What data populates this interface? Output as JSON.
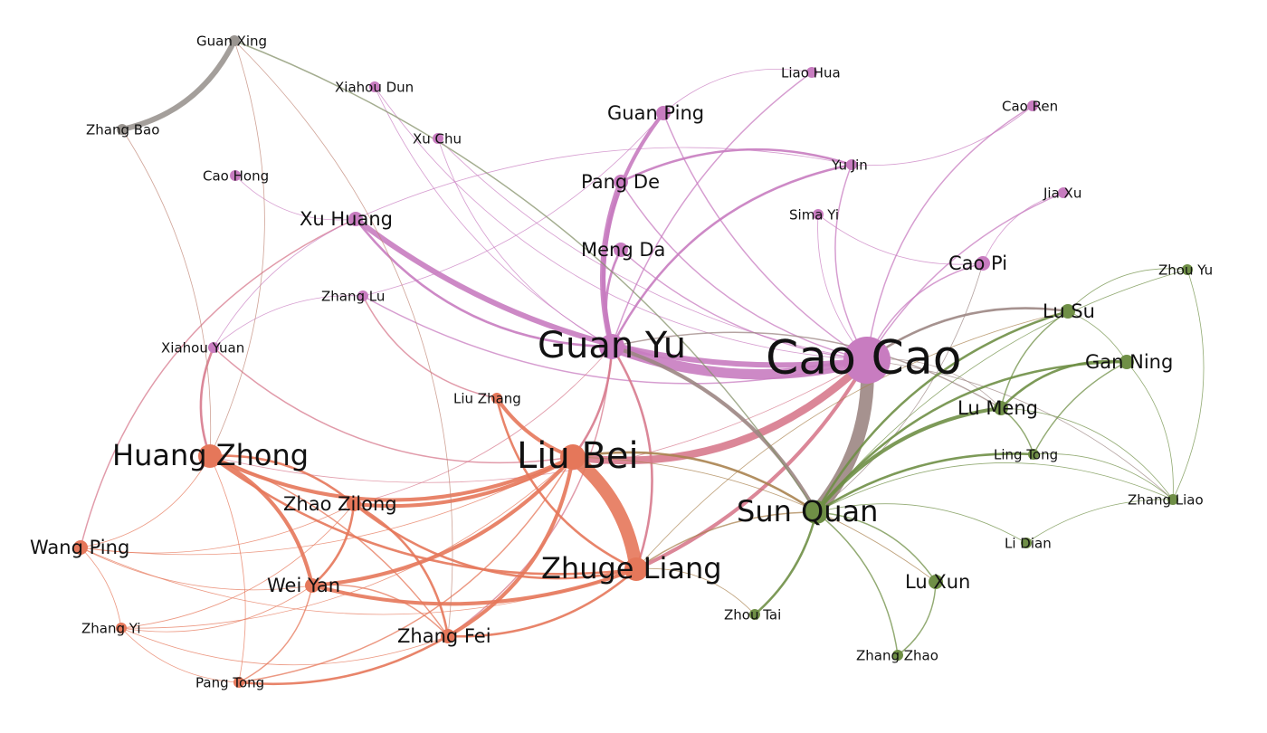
{
  "colors": {
    "wei": "#c87cc0",
    "shu": "#e5775a",
    "wu": "#6f8f46",
    "other": "#9a9590"
  },
  "nodes": [
    {
      "id": "cao_cao",
      "label": "Cao Cao",
      "faction": "wei",
      "size": "xl"
    },
    {
      "id": "guan_yu",
      "label": "Guan Yu",
      "faction": "wei",
      "size": "l"
    },
    {
      "id": "liu_bei",
      "label": "Liu Bei",
      "faction": "shu",
      "size": "l"
    },
    {
      "id": "sun_quan",
      "label": "Sun Quan",
      "faction": "wu",
      "size": "m"
    },
    {
      "id": "zhuge_liang",
      "label": "Zhuge Liang",
      "faction": "shu",
      "size": "m"
    },
    {
      "id": "huang_zhong",
      "label": "Huang Zhong",
      "faction": "shu",
      "size": "m"
    },
    {
      "id": "zhao_zilong",
      "label": "Zhao Zilong",
      "faction": "shu",
      "size": "s"
    },
    {
      "id": "wei_yan",
      "label": "Wei Yan",
      "faction": "shu",
      "size": "s"
    },
    {
      "id": "zhang_fei",
      "label": "Zhang Fei",
      "faction": "shu",
      "size": "s"
    },
    {
      "id": "wang_ping",
      "label": "Wang Ping",
      "faction": "shu",
      "size": "s"
    },
    {
      "id": "zhang_yi",
      "label": "Zhang Yi",
      "faction": "shu",
      "size": "xs"
    },
    {
      "id": "pang_tong",
      "label": "Pang Tong",
      "faction": "shu",
      "size": "xs"
    },
    {
      "id": "liu_zhang",
      "label": "Liu Zhang",
      "faction": "shu",
      "size": "xs"
    },
    {
      "id": "guan_ping",
      "label": "Guan Ping",
      "faction": "wei",
      "size": "s"
    },
    {
      "id": "pang_de",
      "label": "Pang De",
      "faction": "wei",
      "size": "s"
    },
    {
      "id": "meng_da",
      "label": "Meng Da",
      "faction": "wei",
      "size": "s"
    },
    {
      "id": "xu_huang",
      "label": "Xu Huang",
      "faction": "wei",
      "size": "s"
    },
    {
      "id": "zhang_lu",
      "label": "Zhang Lu",
      "faction": "wei",
      "size": "xs"
    },
    {
      "id": "xiahou_yuan",
      "label": "Xiahou Yuan",
      "faction": "wei",
      "size": "xs"
    },
    {
      "id": "cao_pi",
      "label": "Cao Pi",
      "faction": "wei",
      "size": "s"
    },
    {
      "id": "yu_jin",
      "label": "Yu Jin",
      "faction": "wei",
      "size": "xs"
    },
    {
      "id": "sima_yi",
      "label": "Sima Yi",
      "faction": "wei",
      "size": "xs"
    },
    {
      "id": "jia_xu",
      "label": "Jia Xu",
      "faction": "wei",
      "size": "xs"
    },
    {
      "id": "cao_ren",
      "label": "Cao Ren",
      "faction": "wei",
      "size": "xs"
    },
    {
      "id": "liao_hua",
      "label": "Liao Hua",
      "faction": "wei",
      "size": "xs"
    },
    {
      "id": "xiahou_dun",
      "label": "Xiahou Dun",
      "faction": "wei",
      "size": "xs"
    },
    {
      "id": "xu_chu",
      "label": "Xu Chu",
      "faction": "wei",
      "size": "xs"
    },
    {
      "id": "cao_hong",
      "label": "Cao Hong",
      "faction": "wei",
      "size": "xs"
    },
    {
      "id": "guan_xing",
      "label": "Guan Xing",
      "faction": "other",
      "size": "xs"
    },
    {
      "id": "zhang_bao",
      "label": "Zhang Bao",
      "faction": "other",
      "size": "xs"
    },
    {
      "id": "lu_su",
      "label": "Lu Su",
      "faction": "wu",
      "size": "s"
    },
    {
      "id": "zhou_yu",
      "label": "Zhou Yu",
      "faction": "wu",
      "size": "xs"
    },
    {
      "id": "gan_ning",
      "label": "Gan Ning",
      "faction": "wu",
      "size": "s"
    },
    {
      "id": "lu_meng",
      "label": "Lu Meng",
      "faction": "wu",
      "size": "s"
    },
    {
      "id": "ling_tong",
      "label": "Ling Tong",
      "faction": "wu",
      "size": "xs"
    },
    {
      "id": "zhang_liao",
      "label": "Zhang Liao",
      "faction": "wu",
      "size": "xs"
    },
    {
      "id": "li_dian",
      "label": "Li Dian",
      "faction": "wu",
      "size": "xs"
    },
    {
      "id": "lu_xun",
      "label": "Lu Xun",
      "faction": "wu",
      "size": "s"
    },
    {
      "id": "zhou_tai",
      "label": "Zhou Tai",
      "faction": "wu",
      "size": "xs"
    },
    {
      "id": "zhang_zhao",
      "label": "Zhang Zhao",
      "faction": "wu",
      "size": "xs"
    }
  ],
  "edges": [
    {
      "source": "cao_cao",
      "target": "guan_yu",
      "weight": 7
    },
    {
      "source": "cao_cao",
      "target": "sun_quan",
      "weight": 8
    },
    {
      "source": "cao_cao",
      "target": "liu_bei",
      "weight": 6
    },
    {
      "source": "cao_cao",
      "target": "zhuge_liang",
      "weight": 4
    },
    {
      "source": "cao_cao",
      "target": "xu_huang",
      "weight": 5
    },
    {
      "source": "cao_cao",
      "target": "cao_pi",
      "weight": 2
    },
    {
      "source": "cao_cao",
      "target": "guan_ping",
      "weight": 2
    },
    {
      "source": "cao_cao",
      "target": "pang_de",
      "weight": 2
    },
    {
      "source": "cao_cao",
      "target": "cao_ren",
      "weight": 2
    },
    {
      "source": "cao_cao",
      "target": "jia_xu",
      "weight": 2
    },
    {
      "source": "cao_cao",
      "target": "zhang_lu",
      "weight": 2
    },
    {
      "source": "cao_cao",
      "target": "yu_jin",
      "weight": 2
    },
    {
      "source": "cao_cao",
      "target": "meng_da",
      "weight": 2
    },
    {
      "source": "cao_cao",
      "target": "lu_su",
      "weight": 3
    },
    {
      "source": "cao_cao",
      "target": "lu_meng",
      "weight": 1
    },
    {
      "source": "cao_cao",
      "target": "zhang_liao",
      "weight": 1
    },
    {
      "source": "cao_cao",
      "target": "sima_yi",
      "weight": 1
    },
    {
      "source": "cao_cao",
      "target": "xiahou_dun",
      "weight": 1
    },
    {
      "source": "cao_cao",
      "target": "xu_chu",
      "weight": 1
    },
    {
      "source": "cao_cao",
      "target": "huang_zhong",
      "weight": 1
    },
    {
      "source": "guan_yu",
      "target": "guan_ping",
      "weight": 4
    },
    {
      "source": "guan_yu",
      "target": "pang_de",
      "weight": 5
    },
    {
      "source": "guan_yu",
      "target": "meng_da",
      "weight": 3
    },
    {
      "source": "guan_yu",
      "target": "xu_huang",
      "weight": 3
    },
    {
      "source": "guan_yu",
      "target": "liu_bei",
      "weight": 3
    },
    {
      "source": "guan_yu",
      "target": "sun_quan",
      "weight": 4
    },
    {
      "source": "guan_yu",
      "target": "zhuge_liang",
      "weight": 3
    },
    {
      "source": "guan_yu",
      "target": "liao_hua",
      "weight": 2
    },
    {
      "source": "guan_yu",
      "target": "lu_meng",
      "weight": 2
    },
    {
      "source": "guan_yu",
      "target": "yu_jin",
      "weight": 3
    },
    {
      "source": "guan_yu",
      "target": "xiahou_dun",
      "weight": 1
    },
    {
      "source": "guan_yu",
      "target": "xu_chu",
      "weight": 1
    },
    {
      "source": "guan_yu",
      "target": "zhang_fei",
      "weight": 2
    },
    {
      "source": "guan_yu",
      "target": "zhao_zilong",
      "weight": 1
    },
    {
      "source": "liu_bei",
      "target": "zhuge_liang",
      "weight": 8
    },
    {
      "source": "liu_bei",
      "target": "huang_zhong",
      "weight": 4
    },
    {
      "source": "liu_bei",
      "target": "zhao_zilong",
      "weight": 4
    },
    {
      "source": "liu_bei",
      "target": "wei_yan",
      "weight": 4
    },
    {
      "source": "liu_bei",
      "target": "zhang_fei",
      "weight": 4
    },
    {
      "source": "liu_bei",
      "target": "liu_zhang",
      "weight": 4
    },
    {
      "source": "liu_bei",
      "target": "sun_quan",
      "weight": 3
    },
    {
      "source": "liu_bei",
      "target": "pang_tong",
      "weight": 2
    },
    {
      "source": "liu_bei",
      "target": "wang_ping",
      "weight": 1
    },
    {
      "source": "liu_bei",
      "target": "zhang_yi",
      "weight": 1
    },
    {
      "source": "liu_bei",
      "target": "xiahou_yuan",
      "weight": 2
    },
    {
      "source": "liu_bei",
      "target": "lu_xun",
      "weight": 1
    },
    {
      "source": "zhuge_liang",
      "target": "huang_zhong",
      "weight": 3
    },
    {
      "source": "zhuge_liang",
      "target": "zhao_zilong",
      "weight": 3
    },
    {
      "source": "zhuge_liang",
      "target": "wei_yan",
      "weight": 4
    },
    {
      "source": "zhuge_liang",
      "target": "zhang_fei",
      "weight": 3
    },
    {
      "source": "zhuge_liang",
      "target": "liu_zhang",
      "weight": 3
    },
    {
      "source": "zhuge_liang",
      "target": "sun_quan",
      "weight": 2
    },
    {
      "source": "zhuge_liang",
      "target": "wang_ping",
      "weight": 1
    },
    {
      "source": "zhuge_liang",
      "target": "zhou_tai",
      "weight": 1
    },
    {
      "source": "zhuge_liang",
      "target": "lu_su",
      "weight": 1
    },
    {
      "source": "huang_zhong",
      "target": "zhao_zilong",
      "weight": 3
    },
    {
      "source": "huang_zhong",
      "target": "wei_yan",
      "weight": 4
    },
    {
      "source": "huang_zhong",
      "target": "zhang_fei",
      "weight": 2
    },
    {
      "source": "huang_zhong",
      "target": "xiahou_yuan",
      "weight": 3
    },
    {
      "source": "huang_zhong",
      "target": "wang_ping",
      "weight": 1
    },
    {
      "source": "huang_zhong",
      "target": "pang_tong",
      "weight": 1
    },
    {
      "source": "zhao_zilong",
      "target": "wei_yan",
      "weight": 3
    },
    {
      "source": "zhao_zilong",
      "target": "zhang_fei",
      "weight": 3
    },
    {
      "source": "zhao_zilong",
      "target": "wang_ping",
      "weight": 1
    },
    {
      "source": "zhao_zilong",
      "target": "zhang_yi",
      "weight": 1
    },
    {
      "source": "wei_yan",
      "target": "zhang_fei",
      "weight": 2
    },
    {
      "source": "wei_yan",
      "target": "wang_ping",
      "weight": 1
    },
    {
      "source": "wei_yan",
      "target": "zhang_yi",
      "weight": 1
    },
    {
      "source": "wei_yan",
      "target": "pang_tong",
      "weight": 2
    },
    {
      "source": "zhang_fei",
      "target": "pang_tong",
      "weight": 3
    },
    {
      "source": "zhang_fei",
      "target": "zhang_yi",
      "weight": 1
    },
    {
      "source": "wang_ping",
      "target": "xu_huang",
      "weight": 2
    },
    {
      "source": "wang_ping",
      "target": "zhang_yi",
      "weight": 1
    },
    {
      "source": "pang_tong",
      "target": "zhang_yi",
      "weight": 1
    },
    {
      "source": "liu_zhang",
      "target": "zhang_lu",
      "weight": 2
    },
    {
      "source": "xiahou_yuan",
      "target": "xu_huang",
      "weight": 1
    },
    {
      "source": "xiahou_yuan",
      "target": "zhang_lu",
      "weight": 1
    },
    {
      "source": "xu_huang",
      "target": "cao_hong",
      "weight": 1
    },
    {
      "source": "xu_huang",
      "target": "yu_jin",
      "weight": 1
    },
    {
      "source": "pang_de",
      "target": "yu_jin",
      "weight": 3
    },
    {
      "source": "guan_ping",
      "target": "liao_hua",
      "weight": 1
    },
    {
      "source": "guan_ping",
      "target": "zhang_lu",
      "weight": 1
    },
    {
      "source": "cao_pi",
      "target": "sima_yi",
      "weight": 1
    },
    {
      "source": "cao_pi",
      "target": "jia_xu",
      "weight": 1
    },
    {
      "source": "cao_pi",
      "target": "sun_quan",
      "weight": 1
    },
    {
      "source": "cao_ren",
      "target": "yu_jin",
      "weight": 1
    },
    {
      "source": "guan_xing",
      "target": "zhang_bao",
      "weight": 5
    },
    {
      "source": "guan_xing",
      "target": "sun_quan",
      "weight": 2
    },
    {
      "source": "guan_xing",
      "target": "huang_zhong",
      "weight": 1
    },
    {
      "source": "guan_xing",
      "target": "zhang_fei",
      "weight": 1
    },
    {
      "source": "zhang_bao",
      "target": "huang_zhong",
      "weight": 1
    },
    {
      "source": "sun_quan",
      "target": "lu_meng",
      "weight": 4
    },
    {
      "source": "sun_quan",
      "target": "gan_ning",
      "weight": 3
    },
    {
      "source": "sun_quan",
      "target": "ling_tong",
      "weight": 3
    },
    {
      "source": "sun_quan",
      "target": "lu_su",
      "weight": 3
    },
    {
      "source": "sun_quan",
      "target": "lu_xun",
      "weight": 2
    },
    {
      "source": "sun_quan",
      "target": "zhou_tai",
      "weight": 3
    },
    {
      "source": "sun_quan",
      "target": "zhang_zhao",
      "weight": 2
    },
    {
      "source": "sun_quan",
      "target": "zhang_liao",
      "weight": 1
    },
    {
      "source": "sun_quan",
      "target": "zhou_yu",
      "weight": 1
    },
    {
      "source": "sun_quan",
      "target": "li_dian",
      "weight": 1
    },
    {
      "source": "lu_meng",
      "target": "gan_ning",
      "weight": 3
    },
    {
      "source": "lu_meng",
      "target": "ling_tong",
      "weight": 2
    },
    {
      "source": "lu_meng",
      "target": "lu_su",
      "weight": 2
    },
    {
      "source": "lu_meng",
      "target": "zhang_liao",
      "weight": 1
    },
    {
      "source": "ling_tong",
      "target": "gan_ning",
      "weight": 2
    },
    {
      "source": "ling_tong",
      "target": "zhang_liao",
      "weight": 1
    },
    {
      "source": "lu_su",
      "target": "zhou_yu",
      "weight": 1
    },
    {
      "source": "lu_su",
      "target": "gan_ning",
      "weight": 1
    },
    {
      "source": "gan_ning",
      "target": "zhang_liao",
      "weight": 1
    },
    {
      "source": "lu_xun",
      "target": "zhang_zhao",
      "weight": 2
    },
    {
      "source": "li_dian",
      "target": "zhang_liao",
      "weight": 1
    },
    {
      "source": "zhou_yu",
      "target": "zhang_liao",
      "weight": 1
    }
  ]
}
